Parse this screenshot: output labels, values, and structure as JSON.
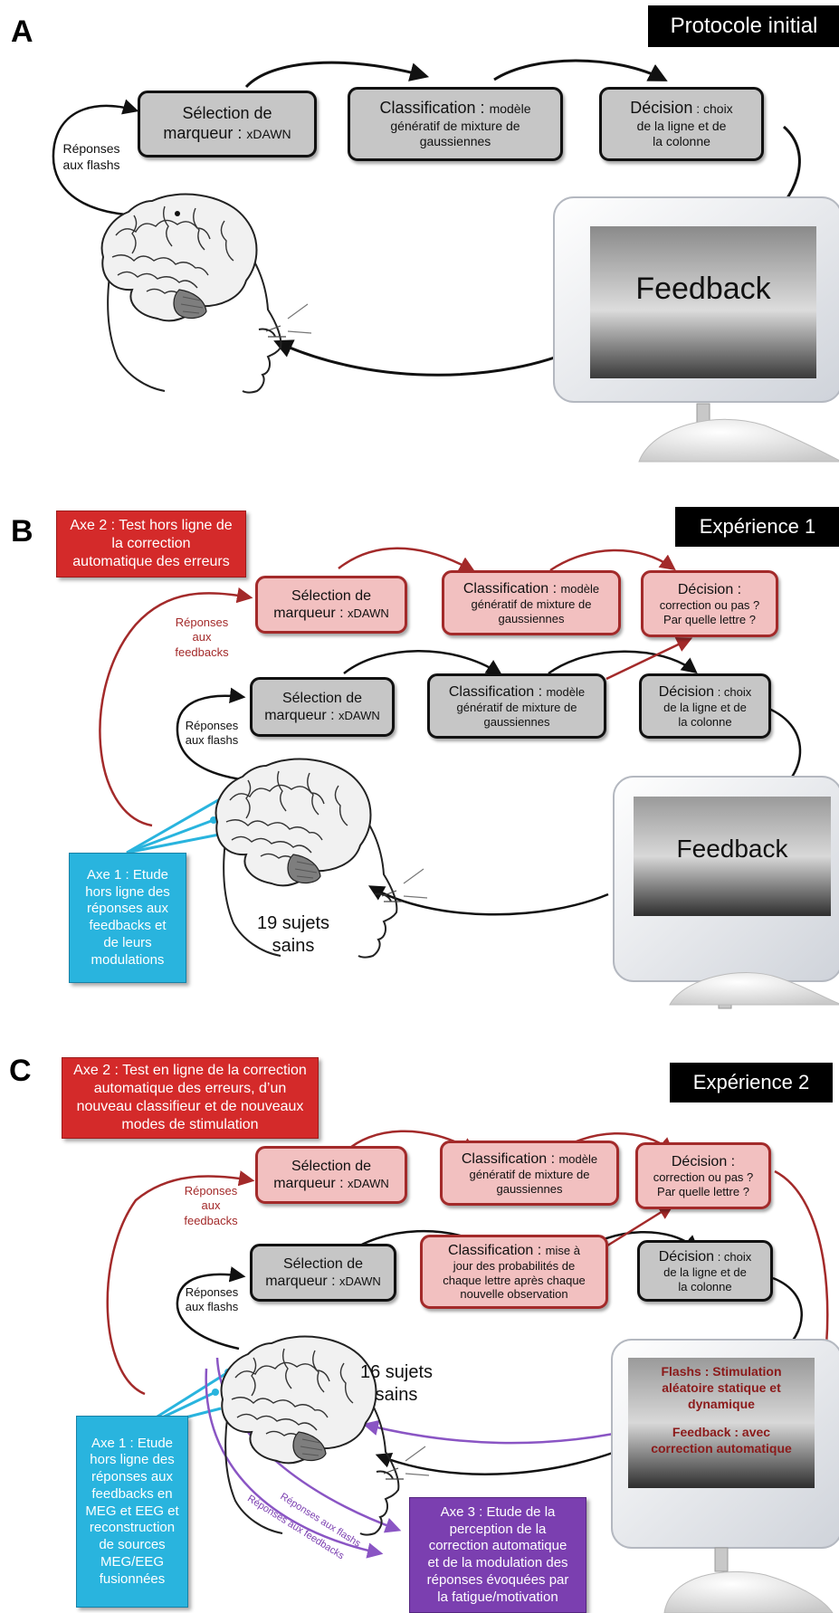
{
  "panelA": {
    "letter": "A",
    "tag": "Protocole initial",
    "sel": {
      "title": "Sélection de",
      "line2a": "marqueur : ",
      "line2b": "xDAWN"
    },
    "cls": {
      "title": "Classification : ",
      "t2": "modèle",
      "l2": "génératif de mixture de",
      "l3": "gaussiennes"
    },
    "dec": {
      "title": "Décision",
      "t2": " : choix",
      "l2": "de la ligne et de",
      "l3": "la colonne"
    },
    "resp": {
      "l1": "Réponses",
      "l2": "aux flashs"
    },
    "feedback": "Feedback"
  },
  "panelB": {
    "letter": "B",
    "tag": "Expérience 1",
    "axe2": {
      "l1": "Axe 2 : Test hors ligne de",
      "l2": "la correction",
      "l3": "automatique des erreurs"
    },
    "selPink": {
      "title": "Sélection de",
      "line2a": "marqueur : ",
      "line2b": "xDAWN"
    },
    "clsPink": {
      "title": "Classification : ",
      "t2": "modèle",
      "l2": "génératif de mixture de",
      "l3": "gaussiennes"
    },
    "decPink": {
      "title": "Décision :",
      "l2": "correction ou pas ?",
      "l3": "Par quelle lettre ?"
    },
    "respFb": {
      "l1": "Réponses",
      "l2": "aux",
      "l3": "feedbacks"
    },
    "sel": {
      "title": "Sélection de",
      "line2a": "marqueur : ",
      "line2b": "xDAWN"
    },
    "cls": {
      "title": "Classification : ",
      "t2": "modèle",
      "l2": "génératif de mixture de",
      "l3": "gaussiennes"
    },
    "dec": {
      "title": "Décision",
      "t2": " : choix",
      "l2": "de la ligne et de",
      "l3": "la colonne"
    },
    "resp": {
      "l1": "Réponses",
      "l2": "aux flashs"
    },
    "axe1": {
      "l1": "Axe 1 : Etude",
      "l2": "hors ligne des",
      "l3": "réponses aux",
      "l4": "feedbacks et",
      "l5": "de leurs",
      "l6": "modulations"
    },
    "subjects": {
      "l1": "19 sujets",
      "l2": "sains"
    },
    "feedback": "Feedback"
  },
  "panelC": {
    "letter": "C",
    "tag": "Expérience 2",
    "axe2": {
      "l1": "Axe 2 : Test en ligne de la correction",
      "l2": "automatique des erreurs, d’un",
      "l3": "nouveau classifieur et de nouveaux",
      "l4": "modes de stimulation"
    },
    "selPink": {
      "title": "Sélection de",
      "line2a": "marqueur : ",
      "line2b": "xDAWN"
    },
    "clsPink": {
      "title": "Classification : ",
      "t2": "modèle",
      "l2": "génératif de mixture de",
      "l3": "gaussiennes"
    },
    "decPink": {
      "title": "Décision :",
      "l2": "correction ou pas ?",
      "l3": "Par quelle lettre ?"
    },
    "respFb": {
      "l1": "Réponses",
      "l2": "aux",
      "l3": "feedbacks"
    },
    "sel": {
      "title": "Sélection de",
      "line2a": "marqueur : ",
      "line2b": "xDAWN"
    },
    "cls2": {
      "title": "Classification : ",
      "t2": "mise à",
      "l2": "jour des probabilités de",
      "l3": "chaque lettre après chaque",
      "l4": "nouvelle observation"
    },
    "dec": {
      "title": "Décision",
      "t2": " : choix",
      "l2": "de la ligne et de",
      "l3": "la colonne"
    },
    "resp": {
      "l1": "Réponses",
      "l2": "aux flashs"
    },
    "subjects": {
      "l1": "16 sujets",
      "l2": "sains"
    },
    "axe1": {
      "l1": "Axe 1 : Etude",
      "l2": "hors ligne des",
      "l3": "réponses aux",
      "l4": "feedbacks en",
      "l5": "MEG et EEG et",
      "l6": "reconstruction",
      "l7": "de sources",
      "l8": "MEG/EEG",
      "l9": "fusionnées"
    },
    "axe3": {
      "l1": "Axe 3 : Etude de la",
      "l2": "perception de la",
      "l3": "correction automatique",
      "l4": "et de la modulation des",
      "l5": "réponses évoquées par",
      "l6": "la fatigue/motivation"
    },
    "respFlashs": "Réponses aux flashs",
    "respFeedbacks": "Réponses aux feedbacks",
    "monitor": {
      "m1": "Flashs : Stimulation",
      "m2": "aléatoire statique et",
      "m3": "dynamique",
      "m4": "Feedback : avec",
      "m5": "correction automatique"
    }
  },
  "colors": {
    "grayBox": "#c6c6c6",
    "pinkBox": "#f2c0c0",
    "darkRed": "#a32a2a",
    "red": "#d42a2a",
    "blue": "#29b4de",
    "purple": "#7b3fb0"
  }
}
